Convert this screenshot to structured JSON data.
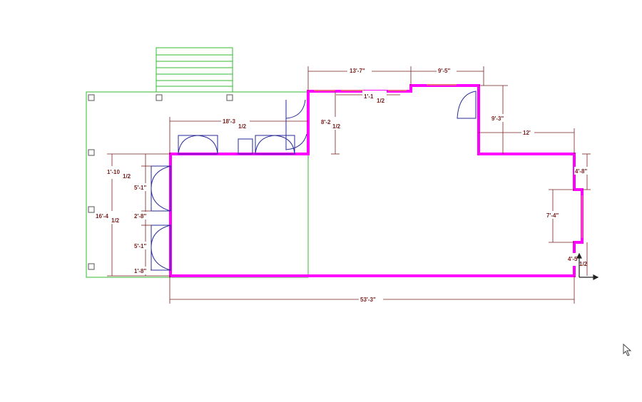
{
  "colors": {
    "walls": "#ff00ff",
    "deck": "#33bb33",
    "dimensions": "#7a1f1f",
    "doors": "#2a2a9a",
    "windows": "#e8a040",
    "background": "#ffffff"
  },
  "dimensions": {
    "top_left_run": "13'-7\"",
    "top_right_run": "9'-5\"",
    "window_segment": "1'-1",
    "window_segment_frac": "1/2",
    "entry_width": "18'-3",
    "entry_width_frac": "1/2",
    "entry_depth": "8'-2",
    "entry_depth_frac": "1/2",
    "notch_depth": "9'-3\"",
    "right_wing": "12'",
    "upper_right": "4'-8\"",
    "bay_height": "7'-4\"",
    "lower_right": "4'-5",
    "lower_right_frac": "1/2",
    "left_top": "1'-10",
    "left_top_frac": "1/2",
    "door_upper": "5'-1\"",
    "between_doors": "2'-8\"",
    "left_overall": "16'-4",
    "left_overall_frac": "1/2",
    "door_lower": "5'-1\"",
    "left_bottom": "1'-8\"",
    "overall_width": "53'-3\""
  },
  "icons": {
    "cursor": "arrow-cursor-icon",
    "ucs": "ucs-axis-icon"
  }
}
